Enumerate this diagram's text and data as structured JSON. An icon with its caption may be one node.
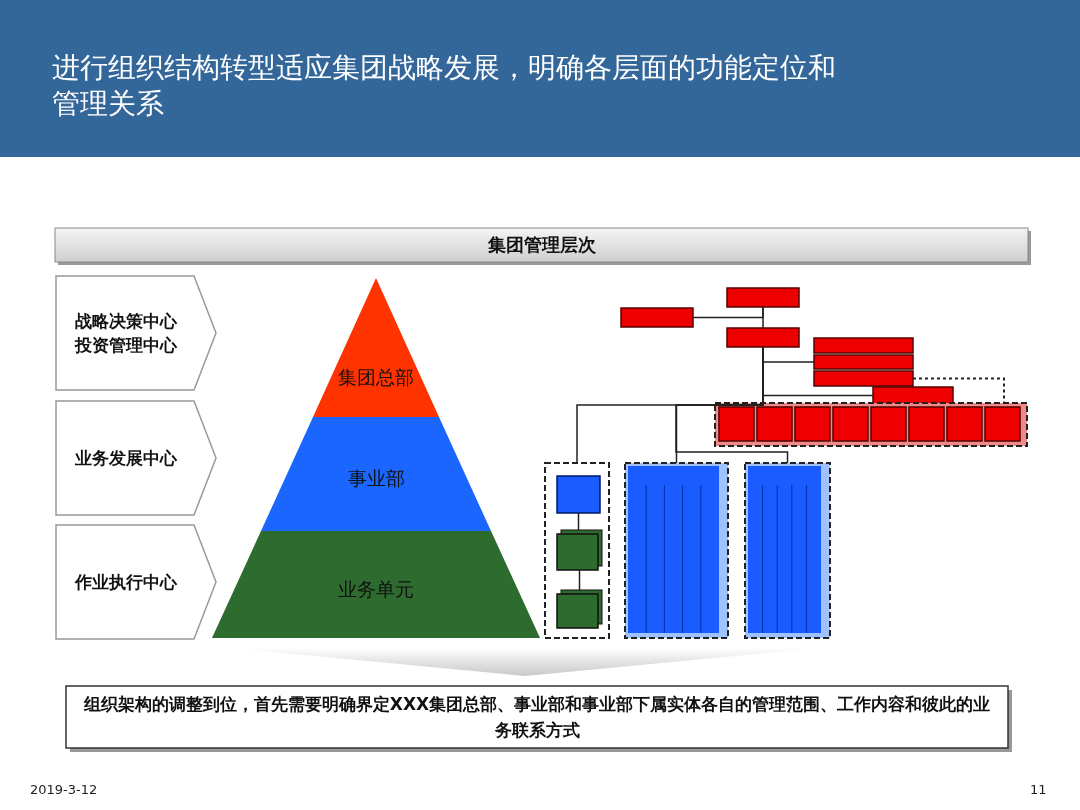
{
  "diagram": {
    "title": "进行组织结构转型适应集团战略发展，明确各层面的功能定位和管理关系",
    "nodes": [
      {
        "text": [
          "集团管理层次"
        ]
      },
      {
        "text": [
          "战略决策中心",
          "投资管理中心"
        ]
      },
      {
        "text": [
          "业务发展中心"
        ]
      },
      {
        "text": [
          "作业执行中心"
        ]
      },
      {
        "text": [
          "集团总部"
        ]
      },
      {
        "text": [
          "事业部"
        ]
      },
      {
        "text": [
          "业务单元"
        ]
      },
      {
        "text": [
          "组织架构的调整到位，首先需要明确界定XXX集团总部、事业部和事业部下属实体各自的管理范围、工作内容和彼此的业务联系方式"
        ]
      },
      {
        "text": [],
        "shape": "box"
      },
      {
        "text": [],
        "shape": "box"
      },
      {
        "text": [],
        "shape": "box"
      },
      {
        "text": [],
        "shape": "box"
      },
      {
        "text": [],
        "shape": "box"
      },
      {
        "text": [],
        "shape": "box"
      },
      {
        "text": [],
        "shape": "box"
      },
      {
        "text": [],
        "shape": "box"
      },
      {
        "text": [],
        "shape": "box",
        "in": 15
      },
      {
        "text": [],
        "shape": "box",
        "in": 15
      },
      {
        "text": [],
        "shape": "box",
        "in": 15
      },
      {
        "text": [],
        "shape": "box",
        "in": 15
      },
      {
        "text": [],
        "shape": "box",
        "in": 15
      },
      {
        "text": [],
        "shape": "box",
        "in": 15
      },
      {
        "text": [],
        "shape": "box",
        "in": 15
      },
      {
        "text": [],
        "shape": "box",
        "in": 15
      },
      {
        "text": [],
        "shape": "box"
      },
      {
        "text": [],
        "shape": "box",
        "in": 24
      },
      {
        "text": [],
        "shape": "box",
        "in": 24
      },
      {
        "text": [],
        "shape": "box",
        "in": 24
      },
      {
        "text": [],
        "shape": "box"
      },
      {
        "text": [],
        "shape": "box"
      },
      {
        "text": [],
        "shape": "triangle"
      }
    ],
    "edges": [
      {
        "from": 8,
        "to": 9,
        "arrow": "none"
      },
      {
        "from": 8,
        "to": 10,
        "arrow": "none"
      },
      {
        "from": 10,
        "to": 12,
        "arrow": "none"
      },
      {
        "from": 10,
        "to": 14,
        "arrow": "none"
      },
      {
        "from": 10,
        "to": 15,
        "arrow": "none"
      },
      {
        "from": 13,
        "to": 15,
        "arrow": "none",
        "style": "dashed"
      },
      {
        "from": 10,
        "to": 24,
        "arrow": "none"
      },
      {
        "from": 10,
        "to": 28,
        "arrow": "none"
      },
      {
        "from": 10,
        "to": 29,
        "arrow": "none"
      },
      {
        "from": 25,
        "to": 26,
        "arrow": "none"
      },
      {
        "from": 26,
        "to": 27,
        "arrow": "none"
      }
    ],
    "labels": [
      "2019-3-12",
      "11"
    ]
  }
}
